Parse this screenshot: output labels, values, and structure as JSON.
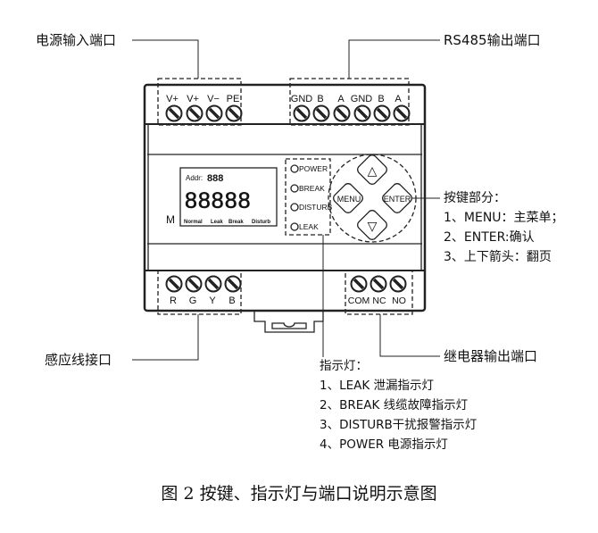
{
  "labels": {
    "power_input": "电源输入端口",
    "rs485_output": "RS485输出端口",
    "sensor_port": "感应线接口",
    "relay_output": "继电器输出端口"
  },
  "terminals": {
    "power": [
      "V+",
      "V+",
      "V−",
      "PE"
    ],
    "rs485": [
      "GND",
      "B",
      "A",
      "GND",
      "B",
      "A"
    ],
    "sensor": [
      "R",
      "G",
      "Y",
      "B"
    ],
    "relay": [
      "COM",
      "NC",
      "NO"
    ]
  },
  "display": {
    "addr_label": "Addr:",
    "addr_digits": "888",
    "main_digits": "88888",
    "mode_marker": "M",
    "status_labels": [
      "Normal",
      "Leak",
      "Break",
      "Disturb"
    ]
  },
  "leds": [
    "POWER",
    "BREAK",
    "DISTURB",
    "LEAK"
  ],
  "keys": {
    "menu": "MENU",
    "enter": "ENTER",
    "up": "△",
    "down": "▽"
  },
  "keys_note": {
    "title": "按键部分：",
    "lines": [
      "1、MENU：主菜单；",
      "2、ENTER:确认",
      "3、上下箭头：翻页"
    ]
  },
  "leds_note": {
    "title": "指示灯：",
    "lines": [
      "1、LEAK 泄漏指示灯",
      "2、BREAK 线缆故障指示灯",
      "3、DISTURB干扰报警指示灯",
      "4、POWER 电源指示灯"
    ]
  },
  "caption": "图 2  按键、指示灯与端口说明示意图"
}
